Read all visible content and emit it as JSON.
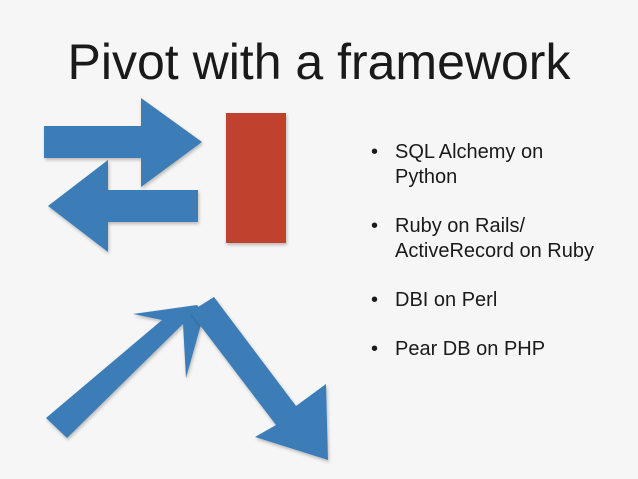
{
  "slide": {
    "title": "Pivot with a framework",
    "bullets": [
      "SQL Alchemy on Python",
      "Ruby on Rails/ ActiveRecord on Ruby",
      "DBI on Perl",
      "Pear DB on PHP"
    ],
    "bullet_glyph": "•"
  },
  "colors": {
    "arrow_blue": "#3d7db7",
    "table_red": "#c0432d",
    "background": "#f6f6f6",
    "text": "#1a1a1a"
  },
  "icons": [
    "arrow-right-icon",
    "arrow-left-icon",
    "arrow-up-right-icon",
    "arrow-down-right-icon"
  ]
}
